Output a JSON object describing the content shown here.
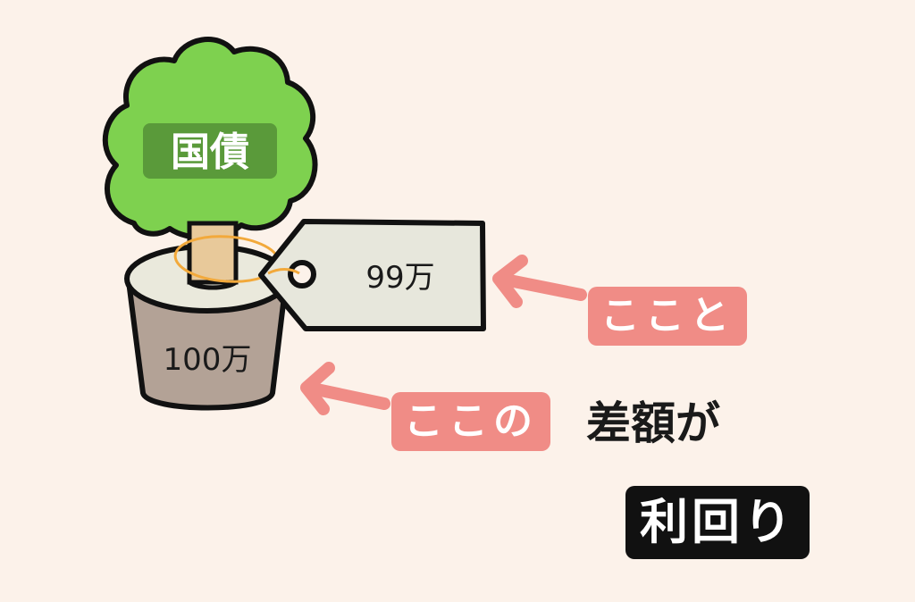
{
  "tree": {
    "label": "国債"
  },
  "pot": {
    "value": "100万"
  },
  "price_tag": {
    "value": "99万"
  },
  "callouts": {
    "first": "ここと",
    "second": "ここの",
    "difference": "差額が",
    "yield": "利回り"
  },
  "colors": {
    "background": "#fcf2ea",
    "foliage": "#7ed14f",
    "label_bg": "#5a9a3a",
    "pot": "#b3a296",
    "tag": "#e7e7dc",
    "arrow": "#f08c86",
    "string": "#f2a93b"
  }
}
